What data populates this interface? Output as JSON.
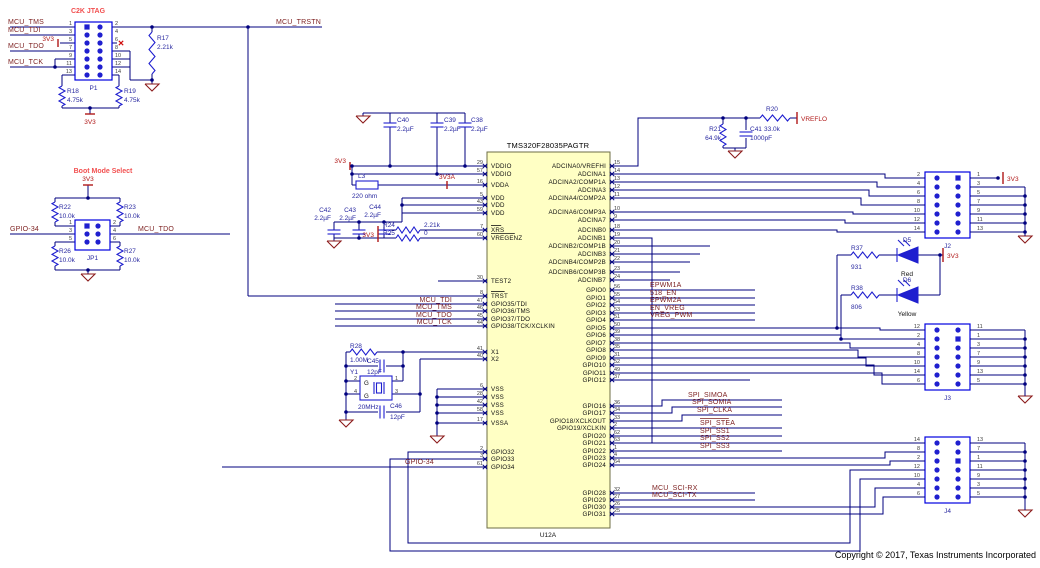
{
  "sections": {
    "jtag": {
      "title": "C2K JTAG",
      "refdes": "P1",
      "nets": {
        "tms": "MCU_TMS",
        "tdi": "MCU_TDI",
        "tdo": "MCU_TDO",
        "tck": "MCU_TCK",
        "trstn": "MCU_TRSTN",
        "v33": "3V3"
      },
      "r17": {
        "ref": "R17",
        "val": "2.21k"
      },
      "r18": {
        "ref": "R18",
        "val": "4.75k"
      },
      "r19": {
        "ref": "R19",
        "val": "4.75k"
      },
      "left_pin_nums": [
        "1",
        "3",
        "5",
        "7",
        "9",
        "11",
        "13"
      ],
      "right_pin_nums": [
        "2",
        "4",
        "6",
        "8",
        "10",
        "12",
        "14"
      ]
    },
    "boot": {
      "title": "Boot Mode Select",
      "refdes": "JP1",
      "v33": "3V3",
      "r22": {
        "ref": "R22",
        "val": "10.0k"
      },
      "r23": {
        "ref": "R23",
        "val": "10.0k"
      },
      "r26": {
        "ref": "R26",
        "val": "10.0k"
      },
      "r27": {
        "ref": "R27",
        "val": "10.0k"
      },
      "net_left": "GPIO-34",
      "net_right": "MCU_TDO",
      "left_pin_nums": [
        "1",
        "3",
        "5"
      ],
      "right_pin_nums": [
        "2",
        "4",
        "6"
      ]
    },
    "supply": {
      "v33": "3V3",
      "v33a": "3V3A",
      "c40": {
        "ref": "C40",
        "val": "2.2µF"
      },
      "c39": {
        "ref": "C39",
        "val": "2.2µF"
      },
      "c38": {
        "ref": "C38",
        "val": "2.2µF"
      },
      "l3": {
        "ref": "L3",
        "val": "220 ohm"
      },
      "c42": {
        "ref": "C42",
        "val": "2.2µF"
      },
      "c43": {
        "ref": "C43",
        "val": "2.2µF"
      },
      "c44": {
        "ref": "C44",
        "val": "2.2µF"
      },
      "r24": {
        "ref": "R24",
        "val": "2.21k"
      },
      "r25": {
        "ref": "R25",
        "val": "0"
      }
    },
    "vref": {
      "r20": {
        "ref": "R20",
        "val": "33.0k"
      },
      "r21": {
        "ref": "R21",
        "val": "64.9k"
      },
      "c41": {
        "ref": "C41",
        "val": "1000pF"
      },
      "net": "VREFLO"
    },
    "osc": {
      "r28": {
        "ref": "R28",
        "val": "1.00M"
      },
      "c45": {
        "ref": "C45",
        "val": "12pF"
      },
      "c46": {
        "ref": "C46",
        "val": "12pF"
      },
      "y1": {
        "ref": "Y1",
        "val": "20MHz"
      },
      "pin_nums": [
        "2",
        "4",
        "1",
        "3"
      ],
      "g": "G"
    },
    "mcu": {
      "part": "TMS320F28035PAGTR",
      "refdes": "U12A",
      "left_pins": [
        {
          "num": "29",
          "name": "VDDIO"
        },
        {
          "num": "57",
          "name": "VDDIO"
        },
        {
          "num": "16",
          "name": "VDDA"
        },
        {
          "num": "5",
          "name": "VDD"
        },
        {
          "num": "43",
          "name": "VDD"
        },
        {
          "num": "59",
          "name": "VDD"
        },
        {
          "num": "7",
          "name": "XRS",
          "bar": true
        },
        {
          "num": "60",
          "name": "VREGENZ",
          "bar": true
        },
        {
          "num": "30",
          "name": "TEST2"
        },
        {
          "num": "8",
          "name": "TRST",
          "bar": true
        },
        {
          "num": "47",
          "name": "GPIO35/TDI",
          "net": "MCU_TDI"
        },
        {
          "num": "46",
          "name": "GPIO36/TMS",
          "net": "MCU_TMS"
        },
        {
          "num": "45",
          "name": "GPIO37/TDO",
          "net": "MCU_TDO"
        },
        {
          "num": "44",
          "name": "GPIO38/TCK/XCLKIN",
          "net": "MCU_TCK"
        },
        {
          "num": "41",
          "name": "X1"
        },
        {
          "num": "40",
          "name": "X2"
        },
        {
          "num": "6",
          "name": "VSS"
        },
        {
          "num": "28",
          "name": "VSS"
        },
        {
          "num": "42",
          "name": "VSS"
        },
        {
          "num": "58",
          "name": "VSS"
        },
        {
          "num": "17",
          "name": "VSSA"
        },
        {
          "num": "2",
          "name": "GPIO32"
        },
        {
          "num": "3",
          "name": "GPIO33"
        },
        {
          "num": "61",
          "name": "GPIO34",
          "net": "GPIO-34"
        }
      ],
      "right_pins": [
        {
          "num": "15",
          "name": "ADCINA0/VREFHI"
        },
        {
          "num": "14",
          "name": "ADCINA1"
        },
        {
          "num": "13",
          "name": "ADCINA2/COMP1A"
        },
        {
          "num": "12",
          "name": "ADCINA3"
        },
        {
          "num": "11",
          "name": "ADCINA4/COMP2A"
        },
        {
          "num": "10",
          "name": "ADCINA6/COMP3A"
        },
        {
          "num": "9",
          "name": "ADCINA7"
        },
        {
          "num": "18",
          "name": "ADCINB0"
        },
        {
          "num": "19",
          "name": "ADCINB1"
        },
        {
          "num": "20",
          "name": "ADCINB2/COMP1B"
        },
        {
          "num": "21",
          "name": "ADCINB3"
        },
        {
          "num": "22",
          "name": "ADCINB4/COMP2B"
        },
        {
          "num": "23",
          "name": "ADCINB6/COMP3B"
        },
        {
          "num": "24",
          "name": "ADCINB7"
        },
        {
          "num": "56",
          "name": "GPIO0",
          "net": "EPWM1A"
        },
        {
          "num": "55",
          "name": "GPIO1",
          "net": "518_EN"
        },
        {
          "num": "54",
          "name": "GPIO2",
          "net": "EPWM2A"
        },
        {
          "num": "53",
          "name": "GPIO3",
          "net": "EN_VREG"
        },
        {
          "num": "51",
          "name": "GPIO4",
          "net": "VREG_PWM"
        },
        {
          "num": "50",
          "name": "GPIO5"
        },
        {
          "num": "39",
          "name": "GPIO6"
        },
        {
          "num": "38",
          "name": "GPIO7"
        },
        {
          "num": "35",
          "name": "GPIO8"
        },
        {
          "num": "31",
          "name": "GPIO9"
        },
        {
          "num": "52",
          "name": "GPIO10"
        },
        {
          "num": "49",
          "name": "GPIO11"
        },
        {
          "num": "37",
          "name": "GPIO12"
        },
        {
          "num": "36",
          "name": "GPIO16",
          "net": "SPI_SIMOA"
        },
        {
          "num": "34",
          "name": "GPIO17",
          "net": "SPI_SOMIA"
        },
        {
          "num": "33",
          "name": "GPIO18/XCLKOUT",
          "net": "SPI_CLKA"
        },
        {
          "num": "2",
          "name": "GPIO19/XCLKIN",
          "net": "SPI_STEA",
          "netbar": true
        },
        {
          "num": "62",
          "name": "GPIO20",
          "net": "SPI_SS1"
        },
        {
          "num": "63",
          "name": "GPIO21",
          "net": "SPI_SS2"
        },
        {
          "num": "1",
          "name": "GPIO22",
          "net": "SPI_SS3"
        },
        {
          "num": "4",
          "name": "GPIO23"
        },
        {
          "num": "64",
          "name": "GPIO24"
        },
        {
          "num": "32",
          "name": "GPIO28",
          "net": "MCU_SCI-RX"
        },
        {
          "num": "27",
          "name": "GPIO29",
          "net": "MCU_SCI-TX"
        },
        {
          "num": "26",
          "name": "GPIO30"
        },
        {
          "num": "25",
          "name": "GPIO31"
        }
      ]
    },
    "leds": {
      "v33": "3V3",
      "d5": {
        "ref": "D5",
        "color": "Red",
        "r": {
          "ref": "R37",
          "val": "931"
        }
      },
      "d6": {
        "ref": "D6",
        "color": "Yellow",
        "r": {
          "ref": "R38",
          "val": "806"
        }
      }
    },
    "connectors": {
      "j2": {
        "refdes": "J2",
        "v33": "3V3",
        "left_nums": [
          "2",
          "4",
          "6",
          "8",
          "10",
          "12",
          "14"
        ],
        "right_nums": [
          "1",
          "3",
          "5",
          "7",
          "9",
          "11",
          "13"
        ]
      },
      "j3": {
        "refdes": "J3",
        "left_nums": [
          "12",
          "2",
          "4",
          "8",
          "10",
          "14",
          "6"
        ],
        "right_nums": [
          "11",
          "1",
          "3",
          "7",
          "9",
          "13",
          "5"
        ]
      },
      "j4": {
        "refdes": "J4",
        "left_nums": [
          "14",
          "8",
          "2",
          "12",
          "10",
          "4",
          "6"
        ],
        "right_nums": [
          "13",
          "7",
          "1",
          "11",
          "9",
          "3",
          "5"
        ]
      }
    },
    "footer": {
      "copyright": "Copyright © 2017, Texas Instruments Incorporated"
    }
  }
}
